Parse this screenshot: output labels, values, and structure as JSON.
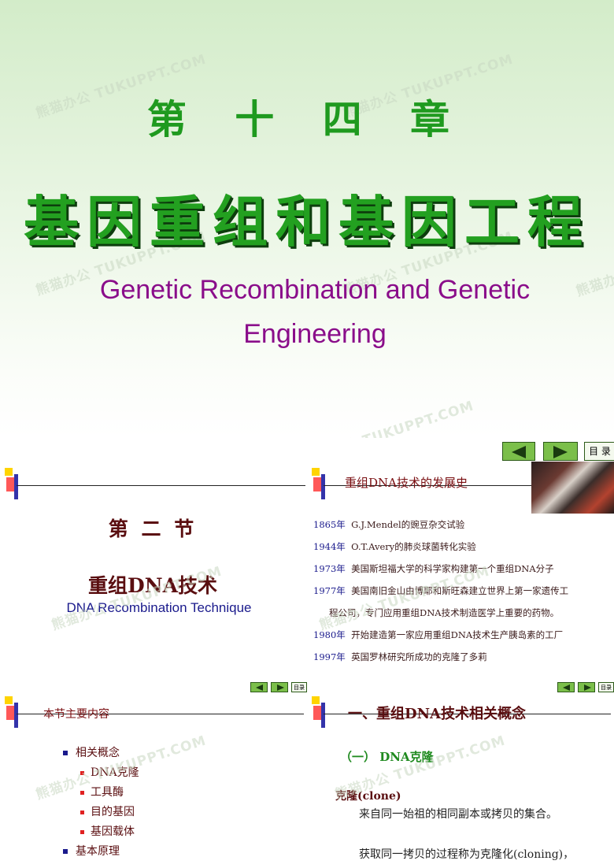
{
  "title_slide": {
    "chapter": "第 十 四 章",
    "title_cn": "基因重组和基因工程",
    "title_en_line1": "Genetic Recombination and Genetic",
    "title_en_line2": "Engineering",
    "watermark": "熊猫办公 TUKUPPT.COM",
    "watermark_short": "熊猫办公"
  },
  "nav": {
    "toc_label": "目录",
    "toc_label_spaced": "目 录"
  },
  "slide_section": {
    "heading": "第 二 节",
    "subtitle_cn": "重组DNA技术",
    "subtitle_en": "DNA Recombination Technique"
  },
  "slide_history": {
    "header": "重组DNA技术的发展史",
    "rows": [
      {
        "year": "1865年",
        "text": "G.J.Mendel的豌豆杂交试验"
      },
      {
        "year": "1944年",
        "text": "O.T.Avery的肺炎球菌转化实验"
      },
      {
        "year": "1973年",
        "text": "美国斯坦福大学的科学家构建第一个重组DNA分子"
      },
      {
        "year": "1977年",
        "text": "美国南旧金山由博耶和斯旺森建立世界上第一家遗传工"
      },
      {
        "year": "",
        "text": "程公司，专门应用重组DNA技术制造医学上重要的药物。"
      },
      {
        "year": "1980年",
        "text": "开始建造第一家应用重组DNA技术生产胰岛素的工厂"
      },
      {
        "year": "1997年",
        "text": "英国罗林研究所成功的克隆了多莉"
      }
    ]
  },
  "slide_contents": {
    "header": "本节主要内容",
    "items": [
      {
        "label": "相关概念",
        "level": 1
      },
      {
        "label": "DNA克隆",
        "level": 2
      },
      {
        "label": "工具酶",
        "level": 2
      },
      {
        "label": "目的基因",
        "level": 2
      },
      {
        "label": "基因载体",
        "level": 2
      },
      {
        "label": "基本原理",
        "level": 1
      }
    ]
  },
  "slide_concept": {
    "header": "一、重组DNA技术相关概念",
    "sub": "（一） DNA克隆",
    "term": "克隆(clone)",
    "def": "来自同一始祖的相同副本或拷贝的集合。",
    "line2": "获取同一拷贝的过程称为克隆化(cloning)，"
  },
  "colors": {
    "green": "#1f9a1f",
    "purple": "#8a0d8a",
    "maroon": "#7a0f12",
    "navy": "#1a1a8c"
  }
}
